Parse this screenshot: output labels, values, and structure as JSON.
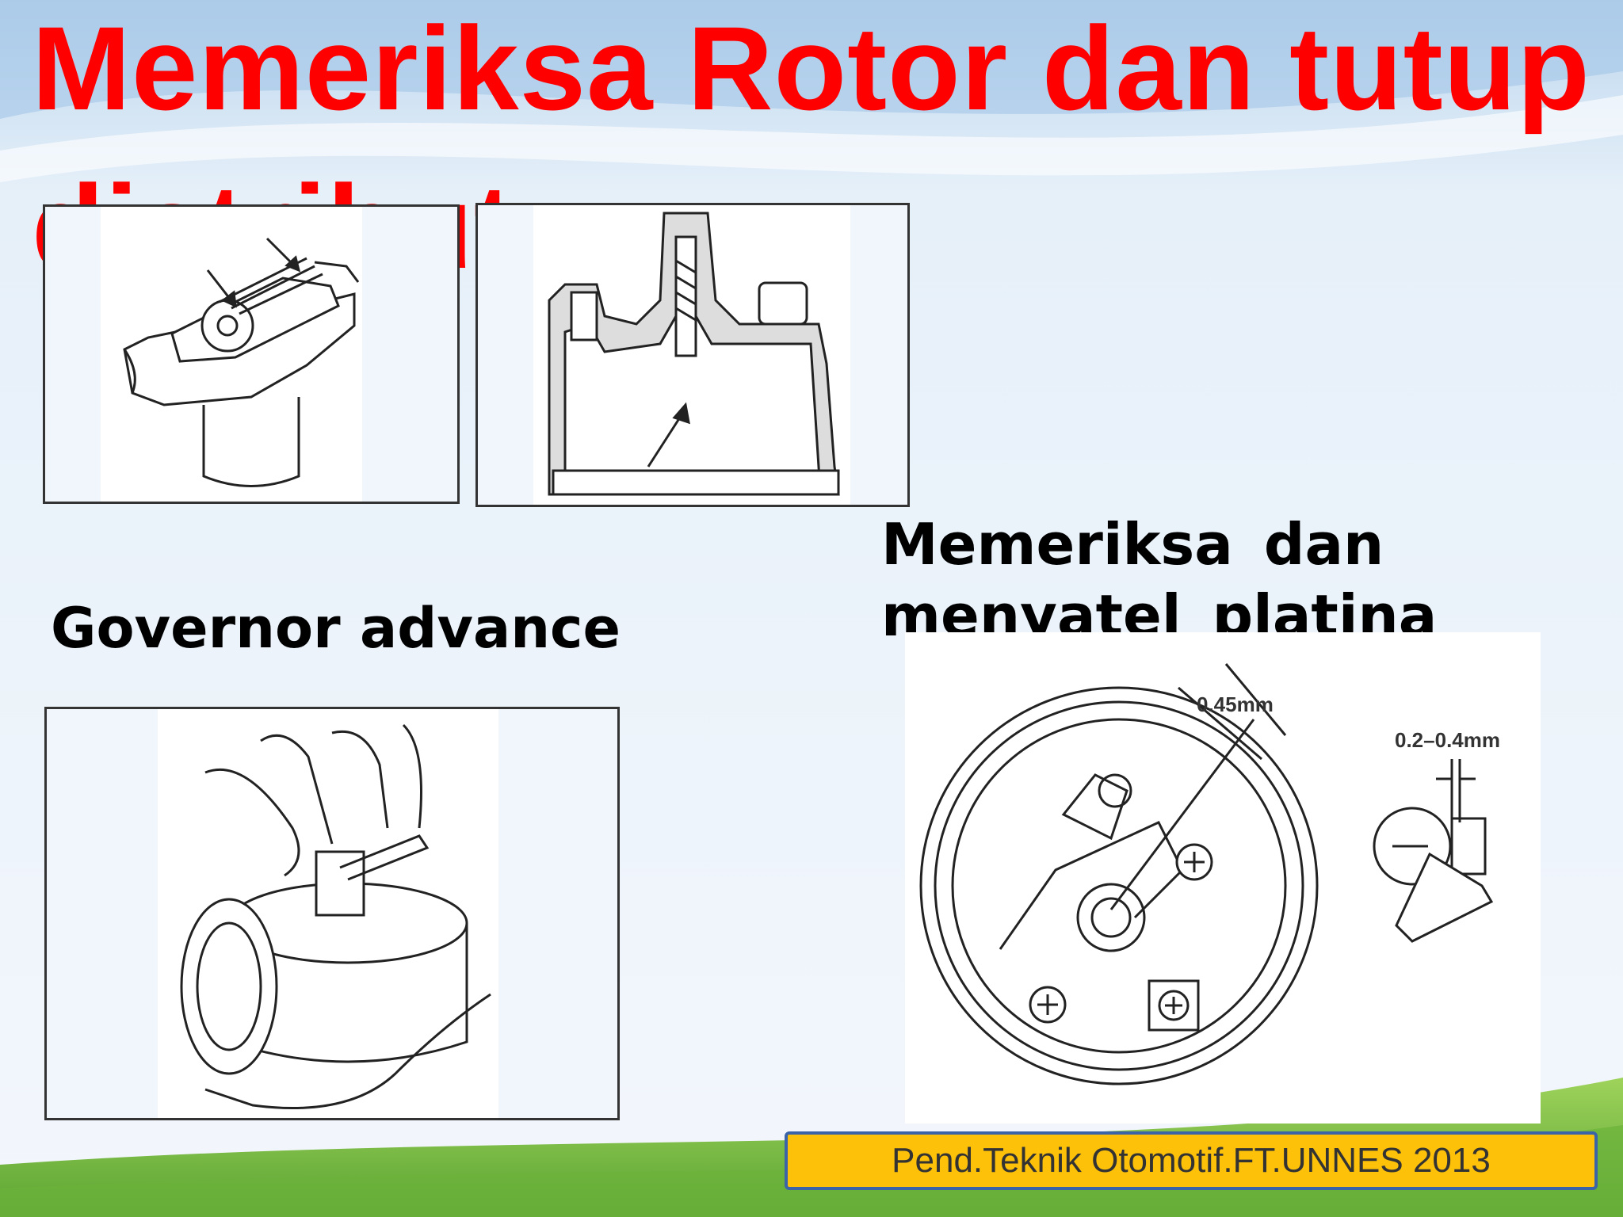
{
  "slide": {
    "title": "Memeriksa Rotor dan tutup distributor",
    "label_governor": "Governor advance",
    "label_platina": "Memeriksa dan menyatel platina",
    "footer": "Pend.Teknik Otomotif.FT.UNNES 2013"
  },
  "diagram_labels": {
    "gap_feeler": "0.45mm",
    "gap_points": "0.2–0.4mm"
  },
  "colors": {
    "title": "#ff0000",
    "footer_bg": "#fdc10a",
    "footer_border": "#3a63a8",
    "sky_light": "#eef4fb",
    "grass": "#7cc245"
  }
}
